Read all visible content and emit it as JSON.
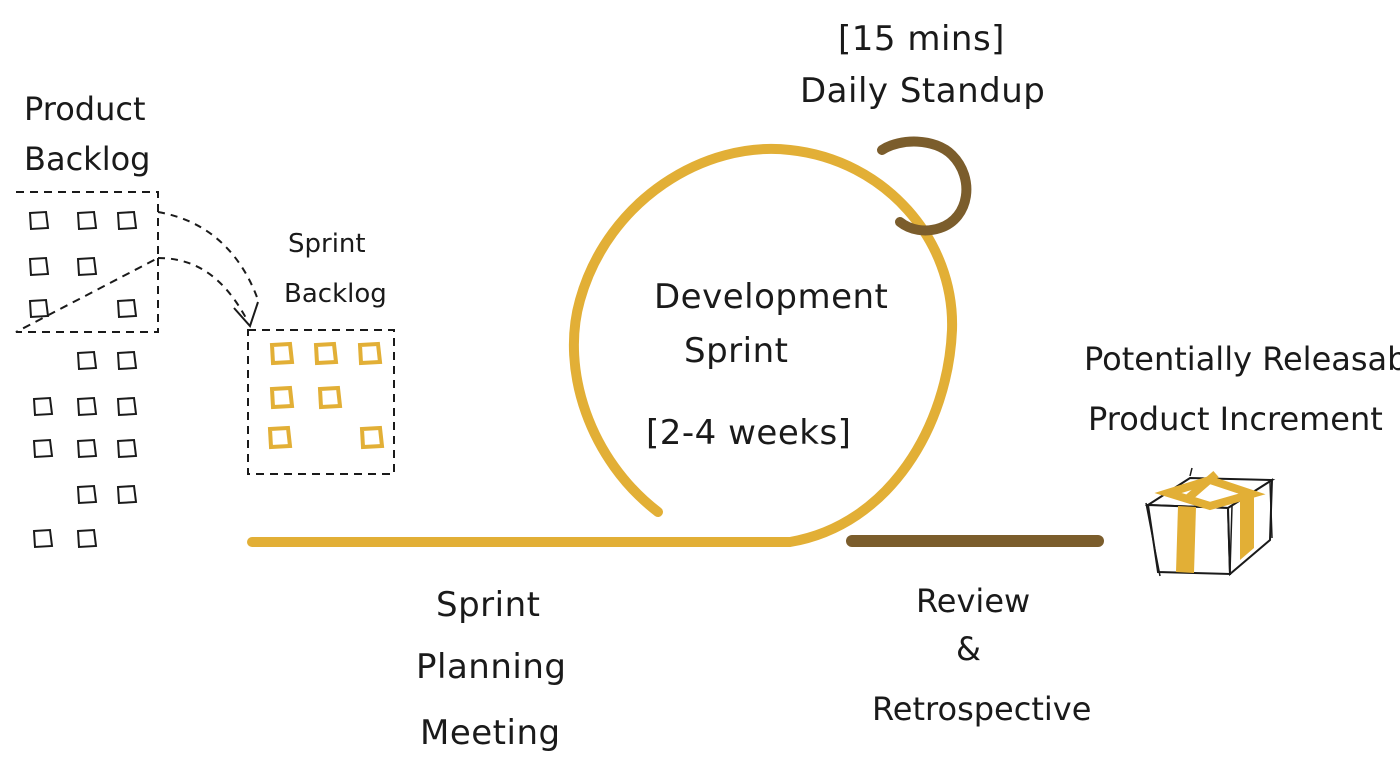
{
  "colors": {
    "gold": "#e2af36",
    "brown": "#7b5d2c",
    "ink": "#1a1a1a",
    "box_white": "#ffffff"
  },
  "labels": {
    "product_backlog": [
      "Product",
      "Backlog"
    ],
    "sprint_backlog": [
      "Sprint",
      "Backlog"
    ],
    "standup_time": "[15 mins]",
    "standup": "Daily Standup",
    "sprint_center": [
      "Development",
      "Sprint",
      "[2-4 weeks]"
    ],
    "planning": [
      "Sprint",
      "Planning",
      "Meeting"
    ],
    "review": [
      "Review",
      "&",
      "Retrospective"
    ],
    "increment": [
      "Potentially Releasable",
      "Product Increment"
    ]
  },
  "icons": {
    "gift": "gift-box-icon",
    "arrow": "dashed-arrow-icon"
  }
}
